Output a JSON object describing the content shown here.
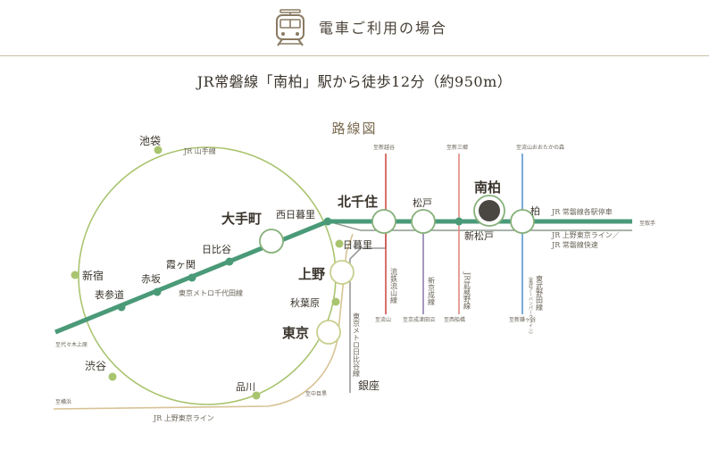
{
  "header": {
    "icon": "train-icon",
    "title": "電車ご利用の場合"
  },
  "access": {
    "text": "JR常磐線「南柏」駅から徒歩12分（約950m）"
  },
  "map_title": "路線図",
  "colors": {
    "jr_loop": "#a9c46f",
    "chiyoda": "#4a9a78",
    "joban_fast": "#8e9a8f",
    "hibiya": "#9a9a9a",
    "shinkeisei": "#8e7fae",
    "musashino": "#e08a80",
    "ryutetsu": "#cf4f4a",
    "noda": "#5d96cf",
    "ueno_tokyo": "#d7c395",
    "station_stroke": "#86b07a",
    "target_station": "#4a4642"
  },
  "stations": {
    "ikebukuro": "池袋",
    "shinjuku": "新宿",
    "shibuya": "渋谷",
    "shinagawa": "品川",
    "omotesando": "表参道",
    "akasaka": "赤坂",
    "kasumigaseki": "霞ヶ関",
    "hibiya": "日比谷",
    "otemachi": "大手町",
    "nishinippori": "西日暮里",
    "nippori": "日暮里",
    "ueno": "上野",
    "akihabara": "秋葉原",
    "tokyo": "東京",
    "kitasenju": "北千住",
    "matsudo": "松戸",
    "shinmatsudo": "新松戸",
    "minamikashiwa": "南柏",
    "kashiwa": "柏",
    "ginza": "銀座"
  },
  "line_labels": {
    "yamanote": "JR 山手線",
    "chiyoda": "東京メトロ千代田線",
    "yoyogi_uehara": "至代々木上原",
    "yokohama": "至横浜",
    "ueno_tokyo_bottom": "JR 上野東京ライン",
    "hibiya_vertical": "東京メトロ日比谷線",
    "naka_meguro": "至中目黒",
    "joban_local": "JR 常磐線各駅停車",
    "joban_rapid_1": "JR 上野東京ライン／",
    "joban_rapid_2": "JR 常磐線快速",
    "toride": "至取手",
    "to_shinkoshigaya": "至新越谷",
    "to_shinmisato": "至新三郷",
    "to_nagareyama": "至流山おおたかの森",
    "to_nishifunabashi": "至西船橋",
    "to_nagareyama_sub": "至流山",
    "to_keisei_tsudanuma": "至京成津田沼",
    "to_shinkamagaya": "至新鎌ヶ谷",
    "ryutetsu": "流鉄流山線",
    "shinkeisei": "新京成線",
    "musashino": "JR武蔵野線",
    "noda": "東武野田線",
    "noda_sub": "（東武アーバンパークライン）"
  }
}
